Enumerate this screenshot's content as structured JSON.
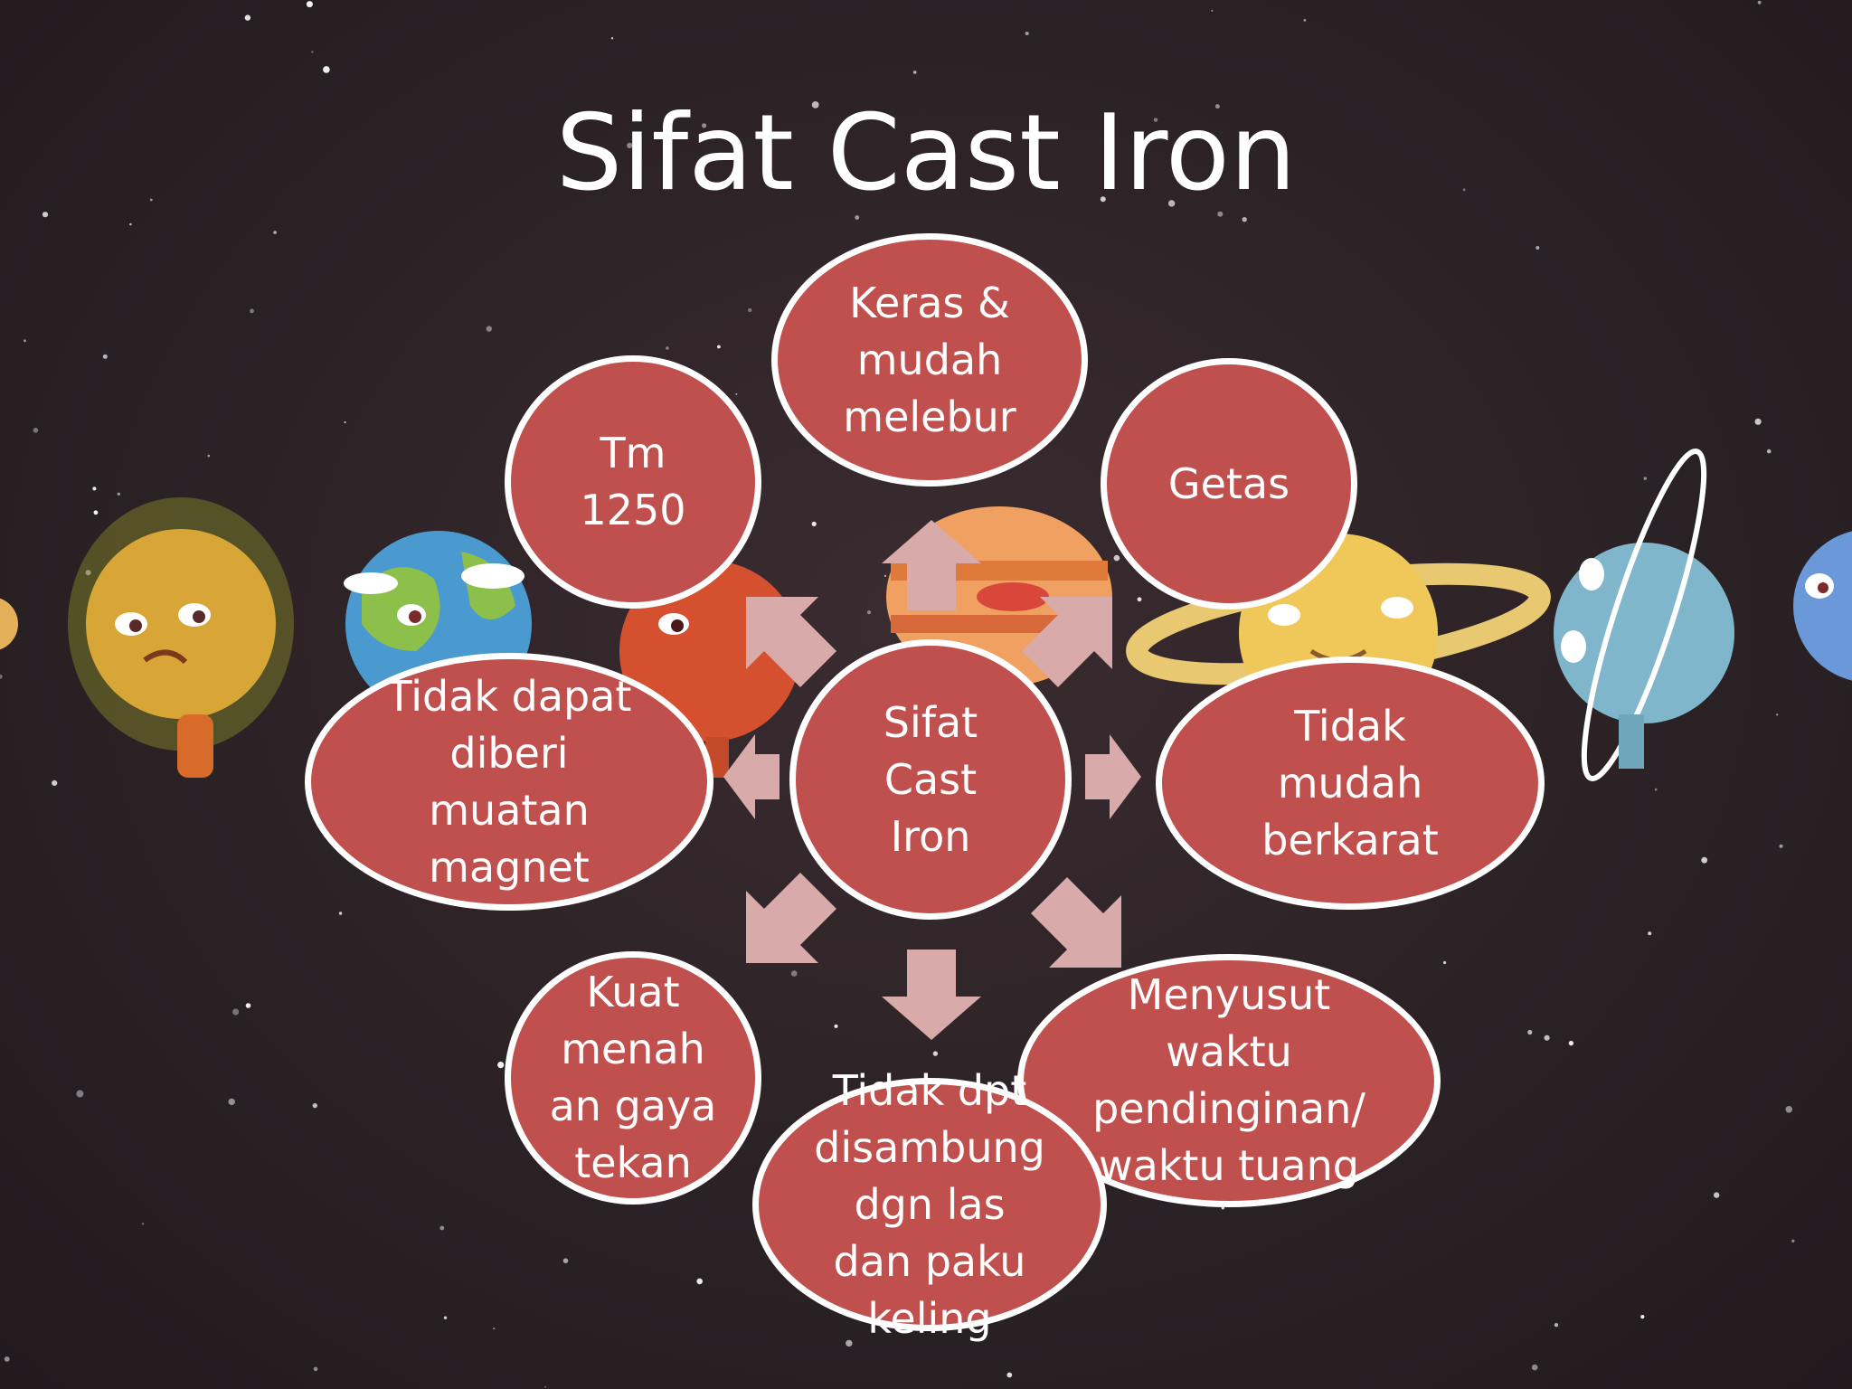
{
  "title": "Sifat Cast Iron",
  "colors": {
    "node_fill": "#c0504d",
    "node_border": "#ffffff",
    "arrow": "#d8aaaa",
    "background": "#2a2024"
  },
  "diagram": {
    "center": "Sifat\nCast\nIron",
    "nodes": [
      {
        "id": "top",
        "text": "Keras &\nmudah\nmelebur"
      },
      {
        "id": "top-right",
        "text": "Getas"
      },
      {
        "id": "right",
        "text": "Tidak\nmudah\nberkarat"
      },
      {
        "id": "bottom-right",
        "text": "Menyusut\nwaktu\npendinginan/\nwaktu tuang"
      },
      {
        "id": "bottom",
        "text": "Tidak dpt\ndisambung\ndgn las\ndan paku\nkeling"
      },
      {
        "id": "bottom-left",
        "text": "Kuat\nmenah\nan gaya\ntekan"
      },
      {
        "id": "left",
        "text": "Tidak dapat\ndiberi\nmuatan\nmagnet"
      },
      {
        "id": "top-left",
        "text": "Tm\n1250"
      }
    ]
  },
  "background_illustration": {
    "planets": [
      "sun",
      "earth",
      "mars",
      "jupiter",
      "saturn",
      "uranus",
      "neptune"
    ]
  }
}
